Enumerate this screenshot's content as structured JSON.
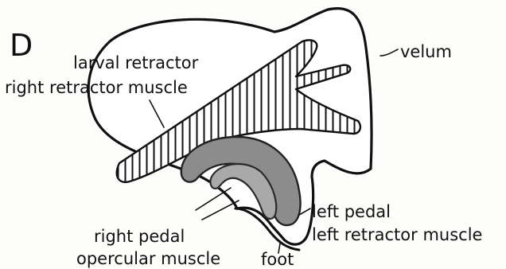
{
  "panel_letter": "D",
  "labels": {
    "larval_retractor": "larval retractor",
    "right_retractor_muscle": "right retractor muscle",
    "velum": "velum",
    "left_pedal": "left pedal",
    "left_retractor_muscle": "left retractor muscle",
    "right_pedal": "right pedal",
    "opercular_muscle": "opercular muscle",
    "foot": "foot"
  }
}
